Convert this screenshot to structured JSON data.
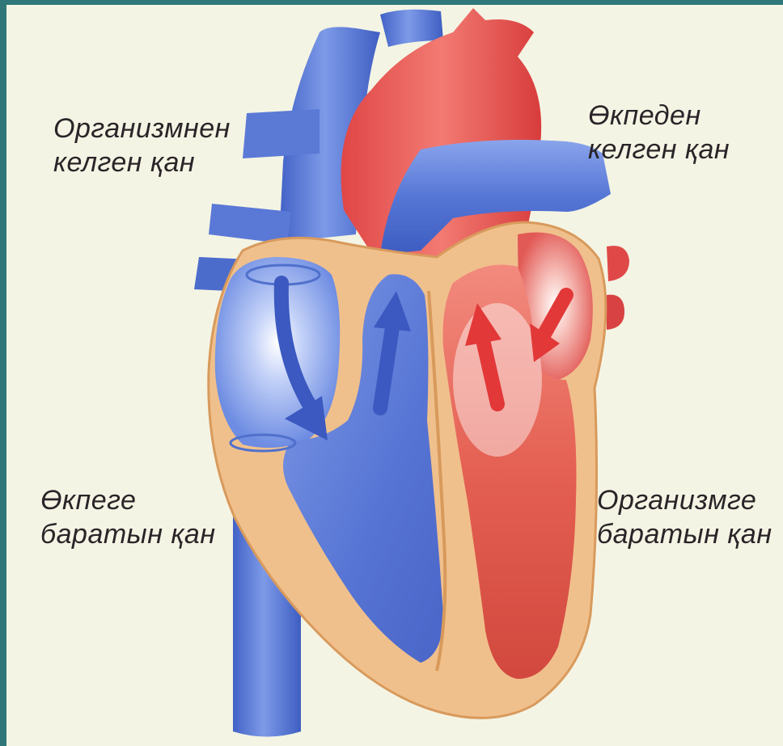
{
  "colors": {
    "frame": "#2f7778",
    "background": "#f4f4e4",
    "deoxygenated": "#5a7ad8",
    "oxygenated": "#e84a4a",
    "muscle": "#f0c08c"
  },
  "labels": {
    "top_left": {
      "line1": "Организмнен",
      "line2": "келген қан"
    },
    "top_right": {
      "line1": "Өкпеден",
      "line2": "келген қан"
    },
    "bottom_left": {
      "line1": "Өкпеге",
      "line2": "баратын қан"
    },
    "bottom_right": {
      "line1": "Организмге",
      "line2": "баратын қан"
    }
  },
  "icons": {
    "right_side_arrows": "arrow-blue-icon",
    "left_side_arrows": "arrow-red-icon"
  }
}
